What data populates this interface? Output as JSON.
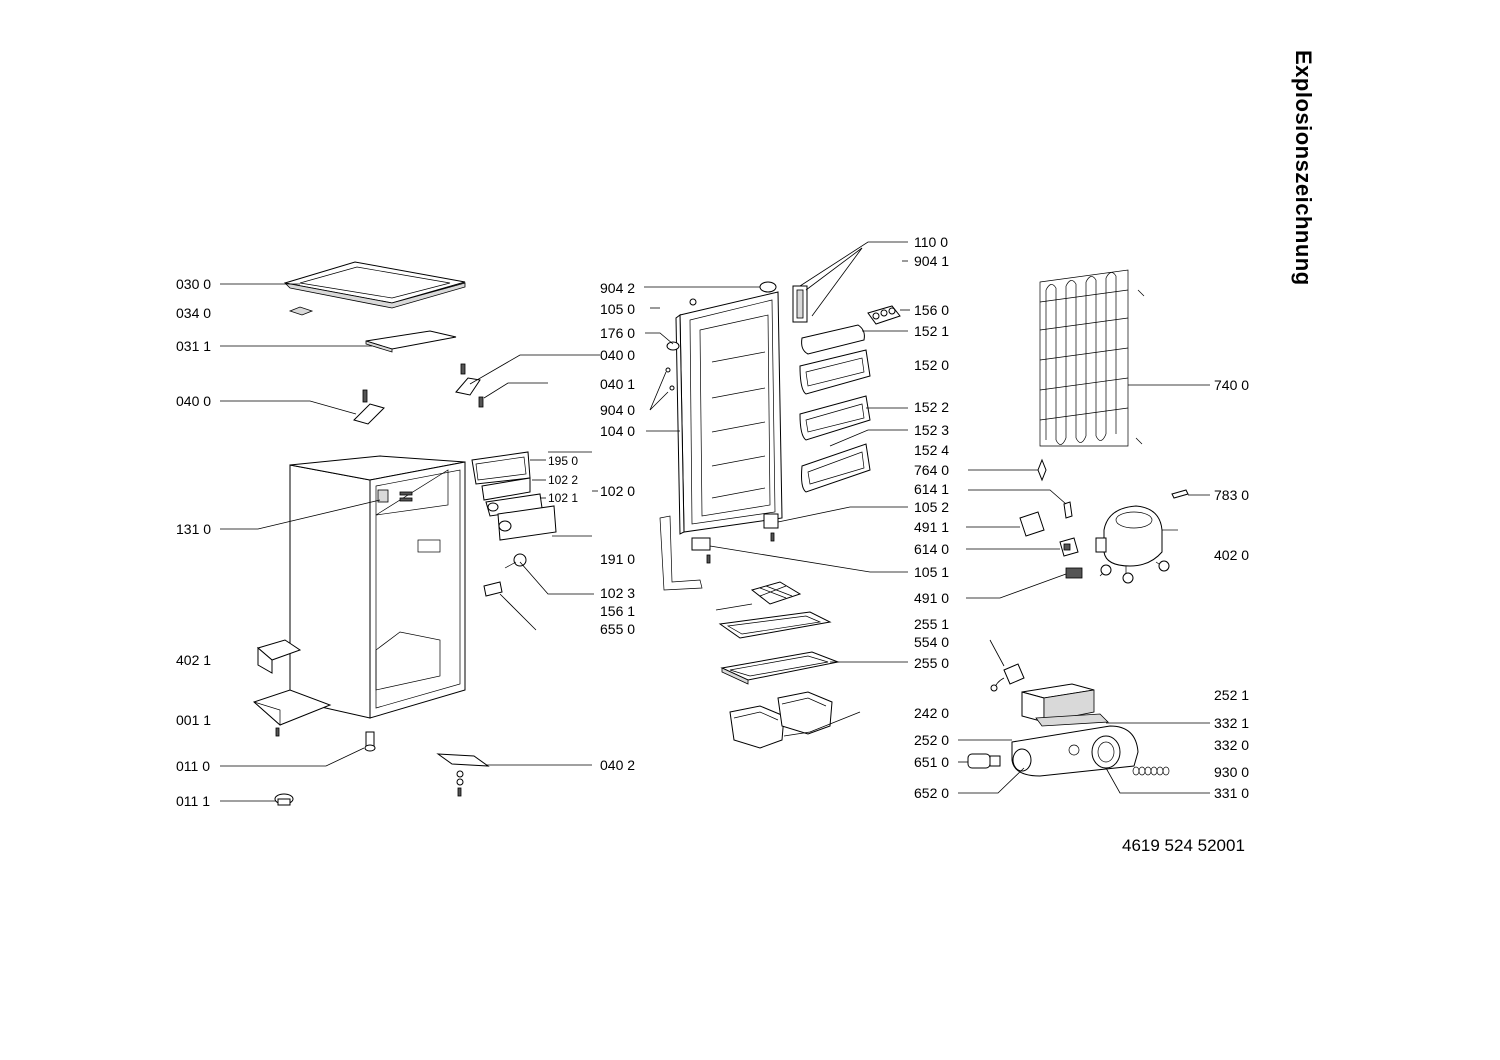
{
  "document": {
    "title": "Explosionszeichnung",
    "doc_number": "4619 524 52001"
  },
  "parts": {
    "p0300": "030 0",
    "p0340": "034 0",
    "p0311": "031 1",
    "p0400a": "040 0",
    "p0400b": "040 0",
    "p0401": "040 1",
    "p1310": "131 0",
    "p4021": "402 1",
    "p0011": "001 1",
    "p0110": "011 0",
    "p0111": "011 1",
    "p1950": "195 0",
    "p1022": "102 2",
    "p1021": "102 1",
    "p1020": "102 0",
    "p1910": "191 0",
    "p1023": "102 3",
    "p1561": "156 1",
    "p6550": "655 0",
    "p0402": "040 2",
    "p9042": "904 2",
    "p1050": "105 0",
    "p1760": "176 0",
    "p9040": "904 0",
    "p1040": "104 0",
    "p1100": "110 0",
    "p9041": "904 1",
    "p1560": "156 0",
    "p1521": "152 1",
    "p1520": "152 0",
    "p1522": "152 2",
    "p1523": "152 3",
    "p1524": "152 4",
    "p7640": "764 0",
    "p6141": "614 1",
    "p1052": "105 2",
    "p4911": "491 1",
    "p6140": "614 0",
    "p1051": "105 1",
    "p4910": "491 0",
    "p2551": "255 1",
    "p5540": "554 0",
    "p2550": "255 0",
    "p2420": "242 0",
    "p2520": "252 0",
    "p6510": "651 0",
    "p6520": "652 0",
    "p7400": "740 0",
    "p7830": "783 0",
    "p4020": "402 0",
    "p2521": "252 1",
    "p3321": "332 1",
    "p3320": "332 0",
    "p9300": "930 0",
    "p3310": "331 0"
  }
}
